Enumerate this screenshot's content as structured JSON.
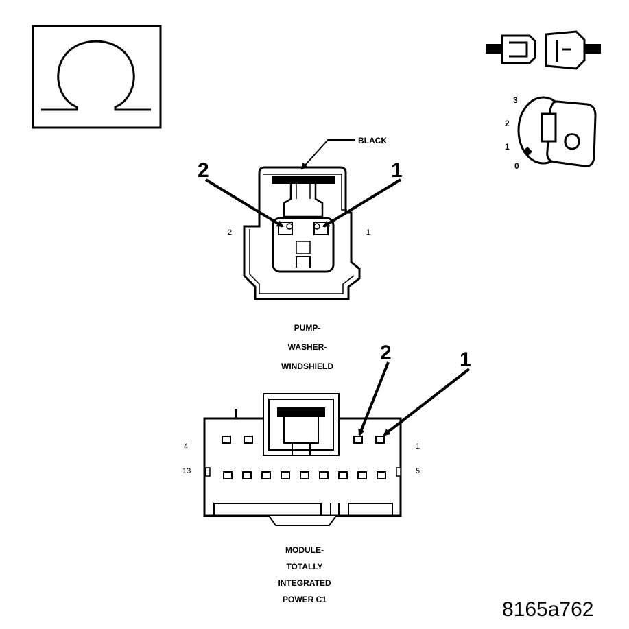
{
  "callouts": {
    "wire_color": "BLACK",
    "pump_pin_left_big": "2",
    "pump_pin_right_big": "1",
    "pump_pin_left_small": "2",
    "pump_pin_right_small": "1",
    "module_pin_left_big": "2",
    "module_pin_right_big": "1"
  },
  "ignition_positions": [
    "3",
    "2",
    "1",
    "0"
  ],
  "key_label": "O",
  "pump_connector": {
    "caption_lines": [
      "PUMP-",
      "WASHER-",
      "WINDSHIELD"
    ]
  },
  "module_connector": {
    "row_labels": {
      "top_left": "4",
      "top_right": "1",
      "bottom_left": "13",
      "bottom_right": "5"
    },
    "caption_lines": [
      "MODULE-",
      "TOTALLY",
      "INTEGRATED",
      "POWER C1"
    ]
  },
  "figure_id": "8165a762",
  "icons": [
    "ohmmeter-icon",
    "connector-disconnected-icon",
    "ignition-key-icon"
  ]
}
